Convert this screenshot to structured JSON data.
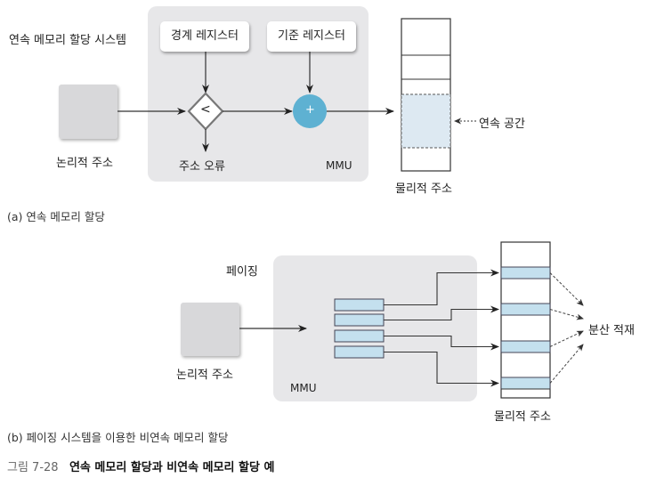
{
  "diagram_a": {
    "title": "연속 메모리 할당 시스템",
    "logical_address_label": "논리적 주소",
    "bound_register_label": "경계 레지스터",
    "base_register_label": "기준  레지스터",
    "compare_symbol": "<",
    "add_symbol": "+",
    "address_error_label": "주소 오류",
    "mmu_label": "MMU",
    "physical_address_label": "물리적 주소",
    "contiguous_space_label": "연속 공간",
    "caption": "(a) 연속 메모리 할당"
  },
  "diagram_b": {
    "title": "페이징",
    "logical_address_label": "논리적 주소",
    "mmu_label": "MMU",
    "physical_address_label": "물리적 주소",
    "scattered_label": "분산 적재",
    "page_table_entries": 4,
    "caption": "(b) 페이징 시스템을 이용한 비연속 메모리 할당"
  },
  "figure": {
    "number": "그림 7-28",
    "title": "연속 메모리 할당과 비연속 메모리 할당 예"
  },
  "colors": {
    "mmu_bg": "#e7e7e9",
    "logical_box": "#d8d8da",
    "adder": "#5eb1d2",
    "highlight": "#c4e0ee",
    "contiguous": "#dde9f2"
  }
}
